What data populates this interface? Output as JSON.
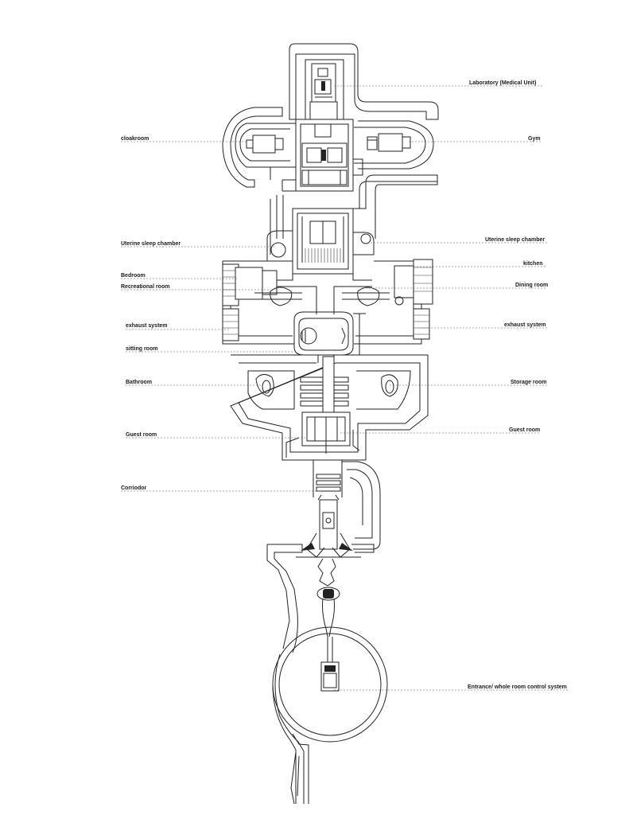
{
  "diagram": {
    "labels": [
      {
        "id": "laboratory",
        "text": "Laboratory (Medical Unit)",
        "side": "right"
      },
      {
        "id": "cloakroom",
        "text": "cloakroom",
        "side": "left"
      },
      {
        "id": "gym",
        "text": "Gym",
        "side": "right"
      },
      {
        "id": "uterine-left",
        "text": "Uterine sleep chamber",
        "side": "left"
      },
      {
        "id": "uterine-right",
        "text": "Uterine sleep chamber",
        "side": "right"
      },
      {
        "id": "kitchen",
        "text": "kitchen",
        "side": "right"
      },
      {
        "id": "bedroom",
        "text": "Bedroom",
        "side": "left"
      },
      {
        "id": "recreational",
        "text": "Recreational room",
        "side": "left"
      },
      {
        "id": "dining",
        "text": "Dining room",
        "side": "right"
      },
      {
        "id": "exhaust-left",
        "text": "exhaust system",
        "side": "left"
      },
      {
        "id": "exhaust-right",
        "text": "exhaust system",
        "side": "right"
      },
      {
        "id": "sitting",
        "text": "sitting room",
        "side": "left"
      },
      {
        "id": "bathroom",
        "text": "Bathroom",
        "side": "left"
      },
      {
        "id": "storage",
        "text": "Storage room",
        "side": "right"
      },
      {
        "id": "guest-left",
        "text": "Guest room",
        "side": "left"
      },
      {
        "id": "guest-right",
        "text": "Guest room",
        "side": "right"
      },
      {
        "id": "corridor",
        "text": "Corriodor",
        "side": "left"
      },
      {
        "id": "entrance",
        "text": "Entrance/ whole room control system",
        "side": "right"
      }
    ]
  }
}
